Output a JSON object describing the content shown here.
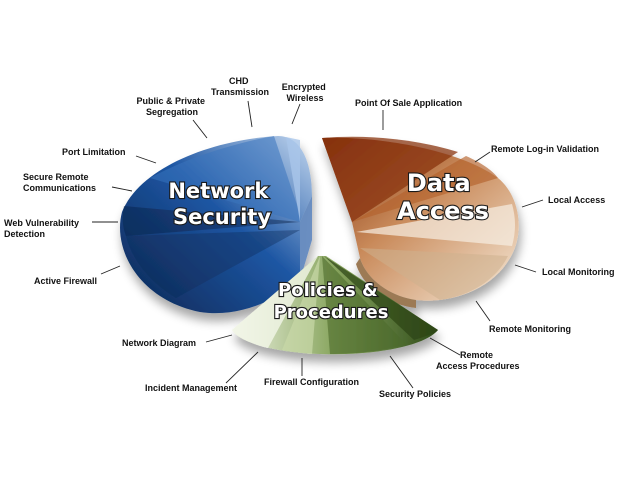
{
  "segments": [
    {
      "key": "network",
      "title_lines": [
        "Network",
        "Security"
      ],
      "colors": {
        "dark": "#0f2d5e",
        "mid": "#1f5aa8",
        "light": "#8fb4e0"
      },
      "labels": [
        [
          "Active Firewall"
        ],
        [
          "Web Vulnerability",
          "Detection"
        ],
        [
          "Secure Remote",
          "Communications"
        ],
        [
          "Port Limitation"
        ],
        [
          "Public & Private",
          "Segregation"
        ],
        [
          "CHD",
          "Transmission"
        ],
        [
          "Encrypted",
          "Wireless"
        ]
      ]
    },
    {
      "key": "data",
      "title_lines": [
        "Data",
        "Access"
      ],
      "colors": {
        "dark": "#7a2e0a",
        "mid": "#b85a22",
        "light": "#f4e3cf"
      },
      "labels": [
        [
          "Point Of Sale Application"
        ],
        [
          "Remote Log-in Validation"
        ],
        [
          "Local Access"
        ],
        [
          "Local Monitoring"
        ],
        [
          "Remote Monitoring"
        ]
      ]
    },
    {
      "key": "policies",
      "title_lines": [
        "Policies &",
        "Procedures"
      ],
      "colors": {
        "dark": "#2f4a1a",
        "mid": "#5e7f3a",
        "light": "#dde8c8"
      },
      "labels": [
        [
          "Remote",
          "Access Procedures"
        ],
        [
          "Security Policies"
        ],
        [
          "Firewall Configuration"
        ],
        [
          "Incident Management"
        ],
        [
          "Network Diagram"
        ]
      ]
    }
  ]
}
